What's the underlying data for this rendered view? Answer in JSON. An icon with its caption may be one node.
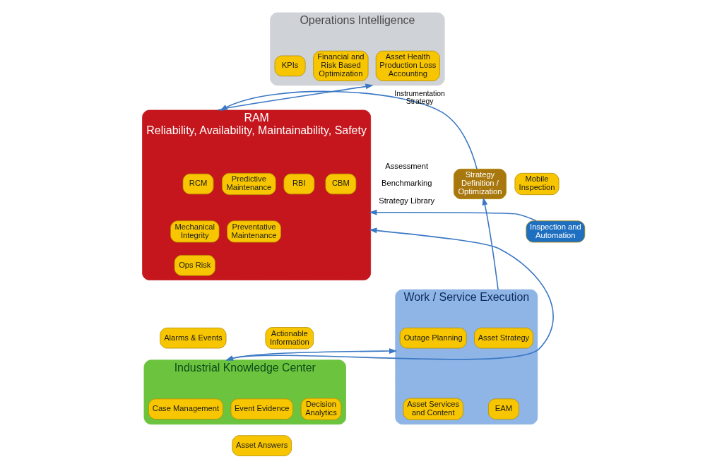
{
  "diagram": {
    "nodes": [
      {
        "text": [
          "Operations Intelligence"
        ]
      },
      {
        "text": [
          "Asset Health Production Loss Accounting"
        ],
        "in": 0
      },
      {
        "text": [
          "Financial and Risk Based Optimization"
        ],
        "in": 0
      },
      {
        "text": [
          "KPIs"
        ],
        "in": 0
      },
      {
        "text": [
          "Strategy Definition / Optimization"
        ],
        "beside": [
          "Assessment",
          "Benchmarking",
          "Strategy Library"
        ]
      },
      {
        "text": [
          "RAM",
          "Reliability, Availability, Maintainability, Safety"
        ]
      },
      {
        "text": [
          "RCM"
        ],
        "in": 5
      },
      {
        "text": [
          "RBI"
        ],
        "in": 5
      },
      {
        "text": [
          "Predictive Maintenance"
        ],
        "in": 5
      },
      {
        "text": [
          "CBM"
        ],
        "in": 5
      },
      {
        "text": [
          "Mechanical Integrity"
        ],
        "in": 5
      },
      {
        "text": [
          "Preventative Maintenance"
        ],
        "in": 5
      },
      {
        "text": [
          "Ops Risk"
        ],
        "in": 5
      },
      {
        "text": [
          "Mobile Inspection"
        ]
      },
      {
        "text": [
          "Inspection and Automation"
        ]
      },
      {
        "text": [
          "Work / Service Execution"
        ]
      },
      {
        "text": [
          "Asset Strategy"
        ],
        "in": 15
      },
      {
        "text": [
          "Outage Planning"
        ],
        "in": 15
      },
      {
        "text": [
          "EAM"
        ],
        "in": 15
      },
      {
        "text": [
          "Asset Services and Content"
        ],
        "in": 15
      },
      {
        "text": [
          "Alarms & Events"
        ]
      },
      {
        "text": [
          "Actionable Information"
        ]
      },
      {
        "text": [
          "Industrial Knowledge Center"
        ]
      },
      {
        "text": [
          "Case Management"
        ],
        "in": 22
      },
      {
        "text": [
          "Event Evidence"
        ],
        "in": 22
      },
      {
        "text": [
          "Decision Analytics"
        ],
        "in": 22
      },
      {
        "text": [
          "Asset Answers"
        ]
      }
    ],
    "edges": [
      {
        "from": 5,
        "to": 0,
        "arrow": "to"
      },
      {
        "from": 4,
        "to": 5,
        "arrow": "to",
        "label": "Instrumentation Strategy"
      },
      {
        "from": 15,
        "to": 4,
        "arrow": "to"
      },
      {
        "from": 14,
        "to": 5,
        "arrow": "to"
      },
      {
        "from": 5,
        "to": 22,
        "arrow": "both"
      },
      {
        "from": 22,
        "to": 15,
        "arrow": "to"
      }
    ]
  }
}
